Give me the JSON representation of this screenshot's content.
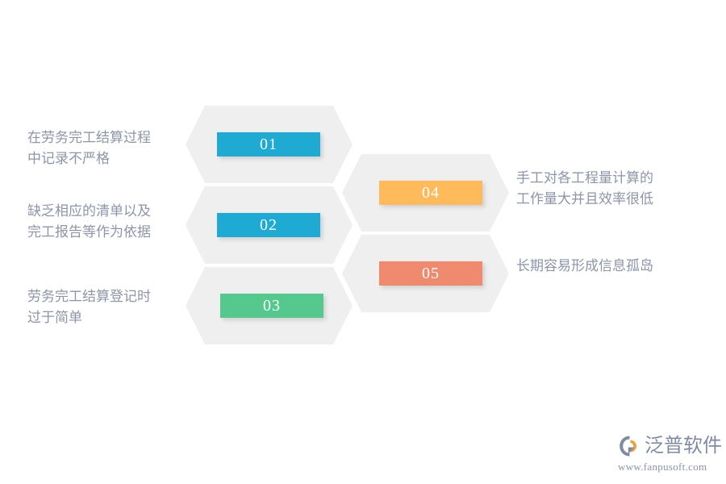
{
  "diagram": {
    "type": "hexagon-list-infographic",
    "background_color": "#ffffff",
    "hexagon_fill": "#efefef",
    "caption_color": "#8c96a8",
    "items": [
      {
        "number": "01",
        "color": "#1FAAD3",
        "side": "left",
        "caption": "在劳务完工结算过程\n中记录不严格"
      },
      {
        "number": "02",
        "color": "#1FAAD3",
        "side": "left",
        "caption": "缺乏相应的清单以及\n完工报告等作为依据"
      },
      {
        "number": "03",
        "color": "#55C88E",
        "side": "left",
        "caption": "劳务完工结算登记时\n过于简单"
      },
      {
        "number": "04",
        "color": "#FFBA5C",
        "side": "right",
        "caption": "手工对各工程量计算的\n工作量大并且效率很低"
      },
      {
        "number": "05",
        "color": "#F08A6E",
        "side": "right",
        "caption": "长期容易形成信息孤岛"
      }
    ]
  },
  "logo": {
    "wordmark": "泛普软件",
    "url": "www.fanpusoft.com",
    "mark_color_primary": "#7f8ba3",
    "mark_color_accent": "#e8a33d"
  }
}
